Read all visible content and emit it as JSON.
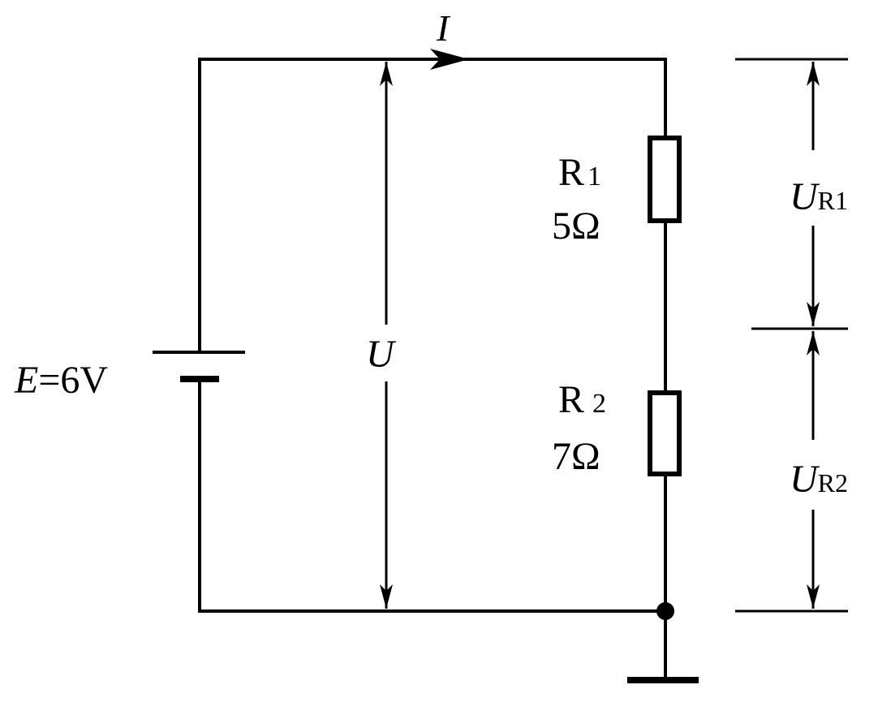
{
  "current_label": "I",
  "source": {
    "symbol": "E",
    "eq": "=6V"
  },
  "voltage_label": "U",
  "r1": {
    "letter": "R",
    "sub": "1",
    "value": "5Ω"
  },
  "r2": {
    "letter": "R",
    "sub": "2",
    "value": "7Ω"
  },
  "ur1": {
    "symbol": "U",
    "sub": "R1"
  },
  "ur2": {
    "symbol": "U",
    "sub": "R2"
  }
}
